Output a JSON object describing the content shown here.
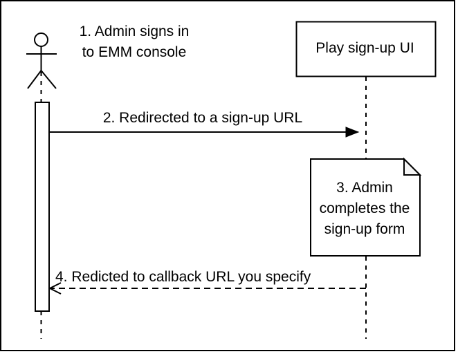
{
  "diagram": {
    "type": "sequence-diagram",
    "colors": {
      "stroke": "#000000",
      "background": "#ffffff",
      "note-fold": "#f5f5f5",
      "text": "#000000"
    },
    "actor": {
      "icon": "stick-figure-actor-icon",
      "annotation": {
        "text": "1. Admin signs in to EMM console",
        "lines": [
          "1. Admin signs in",
          "to EMM console"
        ]
      }
    },
    "participant": {
      "label": "Play sign-up UI"
    },
    "messages": [
      {
        "label": "2. Redirected to a sign-up URL",
        "line_style": "solid",
        "arrowhead": "filled",
        "direction": "left-to-right"
      },
      {
        "label": "4. Redicted to callback URL you specify",
        "line_style": "dashed",
        "arrowhead": "open",
        "direction": "right-to-left"
      }
    ],
    "note": {
      "text": "3. Admin completes the sign-up form",
      "lines": [
        "3. Admin",
        "completes the",
        "sign-up form"
      ]
    }
  }
}
